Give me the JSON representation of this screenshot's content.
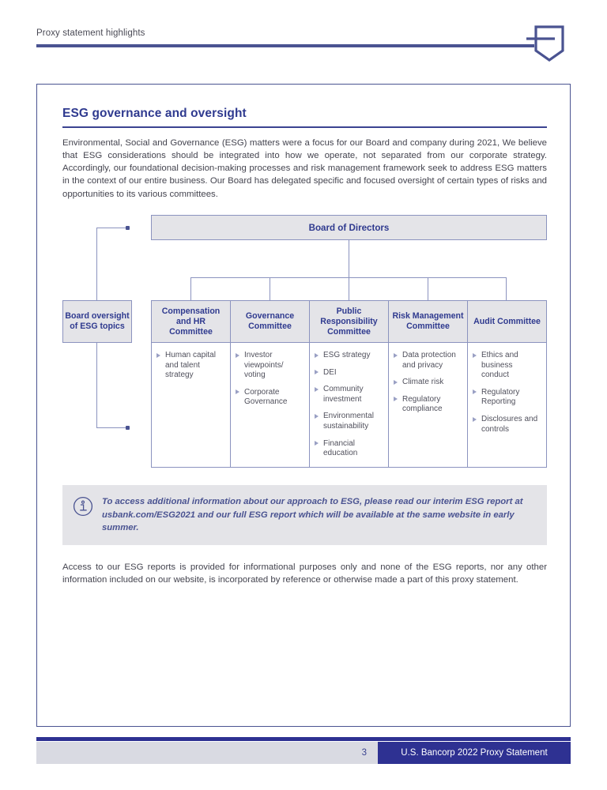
{
  "header": {
    "title": "Proxy statement highlights",
    "logo_name": "us-bancorp-shield-logo"
  },
  "section": {
    "title": "ESG governance and oversight",
    "intro_paragraph": "Environmental, Social and Governance (ESG) matters were a focus for our Board and company during 2021, We believe that ESG considerations should be integrated into how we operate, not separated from our corporate strategy. Accordingly, our foundational decision-making processes and risk management framework seek to address ESG matters in the context of our entire business. Our Board has delegated specific and focused oversight of certain types of risks and opportunities to its various committees."
  },
  "org_chart": {
    "board_box_label": "Board of Directors",
    "oversight_box_label": "Board oversight of ESG topics",
    "committees": [
      {
        "name": "Compensation and HR Committee",
        "topics": [
          "Human capital and talent strategy"
        ]
      },
      {
        "name": "Governance Committee",
        "topics": [
          "Investor viewpoints/ voting",
          "Corporate Governance"
        ]
      },
      {
        "name": "Public Responsibility Committee",
        "topics": [
          "ESG strategy",
          "DEI",
          "Community investment",
          "Environmental sustainability",
          "Financial education"
        ]
      },
      {
        "name": "Risk Management Committee",
        "topics": [
          "Data protection and privacy",
          "Climate risk",
          "Regulatory compliance"
        ]
      },
      {
        "name": "Audit Committee",
        "topics": [
          "Ethics and business conduct",
          "Regulatory Reporting",
          "Disclosures and controls"
        ]
      }
    ]
  },
  "callout": {
    "icon_name": "info-circle-icon",
    "text": "To access additional information about our approach to ESG, please read our interim ESG report at usbank.com/ESG2021 and our full ESG report which will be available at the same website in early summer."
  },
  "closing_paragraph": "Access to our ESG reports is provided for informational purposes only and none of the ESG reports, nor any other information included on our website, is incorporated by reference or otherwise made a part of this proxy statement.",
  "footer": {
    "page_number": "3",
    "document_title": "U.S. Bancorp 2022 Proxy Statement"
  },
  "colors": {
    "brand_blue": "#2e3192",
    "accent_blue": "#4a5391",
    "box_fill": "#e4e4e8",
    "box_border": "#8b93bf",
    "body_text": "#44444f"
  }
}
